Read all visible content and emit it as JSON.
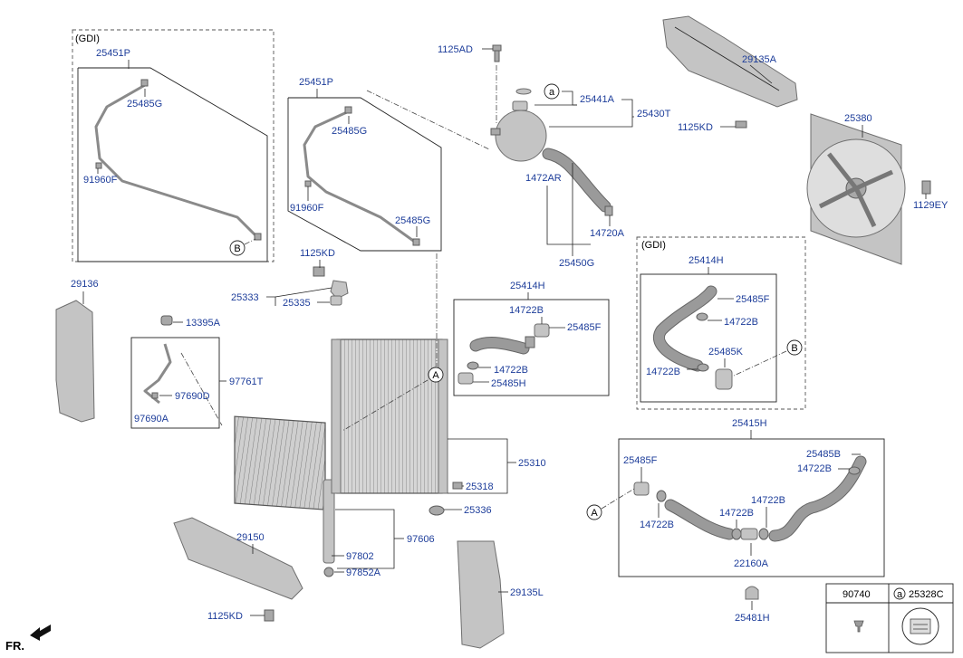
{
  "gdi_tag": "(GDI)",
  "callouts": {
    "a": "a",
    "A": "A",
    "B": "B"
  },
  "labels": [
    "25451P",
    "25485G",
    "91960F",
    "25451P",
    "25485G",
    "91960F",
    "25485G",
    "1125AD",
    "25441A",
    "25430T",
    "1472AR",
    "14720A",
    "25450G",
    "29135A",
    "1125KD",
    "25380",
    "1129EY",
    "1125KD",
    "25333",
    "25335",
    "29136",
    "13395A",
    "97761T",
    "97690D",
    "97690A",
    "25414H",
    "14722B",
    "25485F",
    "14722B",
    "25485H",
    "25414H",
    "25485F",
    "14722B",
    "25485K",
    "14722B",
    "25310",
    "25318",
    "25336",
    "25415H",
    "25485B",
    "14722B",
    "25485F",
    "14722B",
    "14722B",
    "14722B",
    "22160A",
    "29150",
    "97606",
    "97802",
    "97852A",
    "1125KD",
    "29135L",
    "25481H"
  ],
  "legend_table": {
    "col1": "90740",
    "col2": "25328C"
  },
  "front_marker": "FR.",
  "colors": {
    "label": "#1d3d9a",
    "part": "#c4c4c4",
    "line": "#222222"
  }
}
